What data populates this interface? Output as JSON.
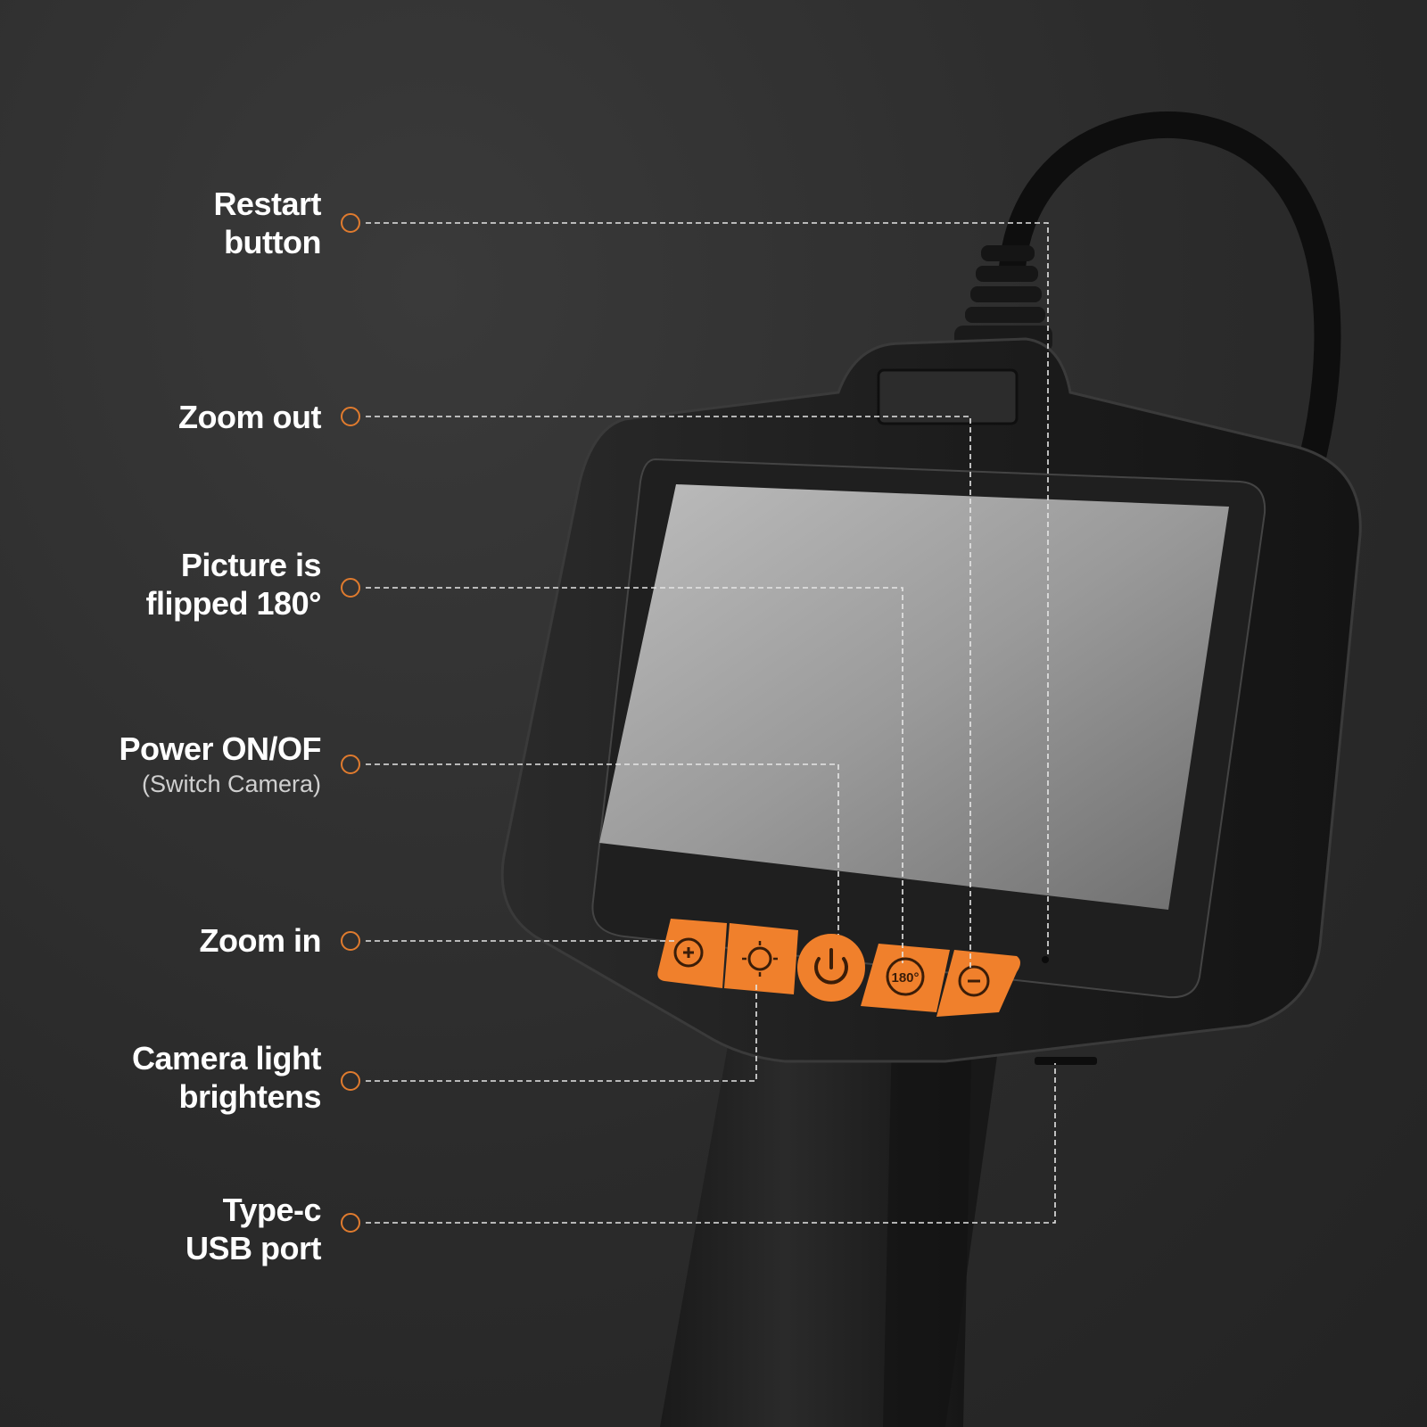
{
  "callouts": [
    {
      "id": "restart",
      "lines": [
        "Restart",
        "button"
      ],
      "sub": ""
    },
    {
      "id": "zoom-out",
      "lines": [
        "Zoom out"
      ],
      "sub": ""
    },
    {
      "id": "flip",
      "lines": [
        "Picture is",
        "flipped 180°"
      ],
      "sub": ""
    },
    {
      "id": "power",
      "lines": [
        "Power ON/OF"
      ],
      "sub": "(Switch Camera)"
    },
    {
      "id": "zoom-in",
      "lines": [
        "Zoom in"
      ],
      "sub": ""
    },
    {
      "id": "light",
      "lines": [
        "Camera light",
        "brightens"
      ],
      "sub": ""
    },
    {
      "id": "usb",
      "lines": [
        "Type-c",
        "USB port"
      ],
      "sub": ""
    }
  ],
  "buttons": {
    "flip_label": "180°"
  },
  "colors": {
    "accent": "#e07b2e",
    "button_orange": "#f0802c",
    "background": "#2b2b2b",
    "device_body": "#1e1e1e"
  }
}
